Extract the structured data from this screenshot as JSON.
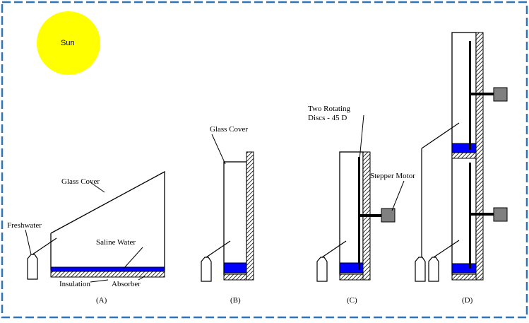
{
  "sun": {
    "label": "Sun",
    "color": "#ffff00"
  },
  "colors": {
    "border": "#2e75b6",
    "water": "#0000ff",
    "motor": "#808080"
  },
  "panel_a": {
    "caption": "(A)",
    "freshwater": "Freshwater",
    "glass_cover": "Glass Cover",
    "saline_water": "Saline Water",
    "insulation": "Insulation",
    "absorber": "Absorber"
  },
  "panel_b": {
    "caption": "(B)",
    "glass_cover": "Glass Cover"
  },
  "panel_c": {
    "caption": "(C)",
    "discs_line1": "Two Rotating",
    "discs_line2": "Discs - 45 D",
    "stepper_motor": "Stepper Motor"
  },
  "panel_d": {
    "caption": "(D)"
  }
}
